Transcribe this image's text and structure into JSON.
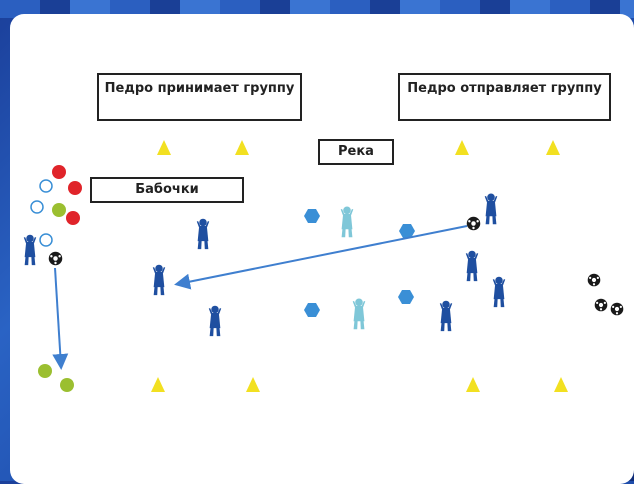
{
  "labels": {
    "pedro_receives": "Педро принимает группу",
    "pedro_sends": "Педро отправляет группу",
    "river": "Река",
    "butterflies": "Бабочки"
  },
  "colors": {
    "player": "#1f4fa0",
    "player_light": "#7fc7d8",
    "cone": "#f2e021",
    "disc": "#3a8fd6",
    "ball_red": "#e0242a",
    "ball_green": "#9bbf30",
    "ball_black": "#1a1a1a",
    "arrow": "#3f7fcf"
  }
}
